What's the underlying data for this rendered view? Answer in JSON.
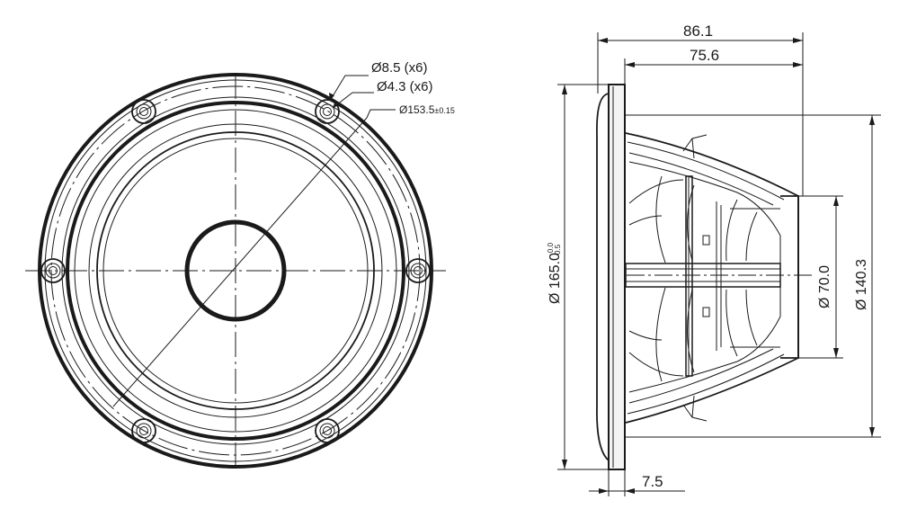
{
  "front_view": {
    "hole_dia_label": "Ø8.5 (x6)",
    "screw_dia_label": "Ø4.3 (x6)",
    "bolt_circle_label": "Ø153.5",
    "bolt_circle_tolerance": "±0.15"
  },
  "side_view": {
    "overall_depth_label": "86.1",
    "body_depth_label": "75.6",
    "flange_thickness_label": "7.5",
    "frame_dia_label": "Ø 165.0",
    "frame_dia_tol_upper": "0.0",
    "frame_dia_tol_lower": "0.5",
    "cutout_dia_label": "Ø 140.3",
    "magnet_dia_label": "Ø 70.0"
  },
  "colors": {
    "line": "#1a1a1a",
    "background": "#ffffff",
    "fill_light": "#f4f4f4"
  }
}
